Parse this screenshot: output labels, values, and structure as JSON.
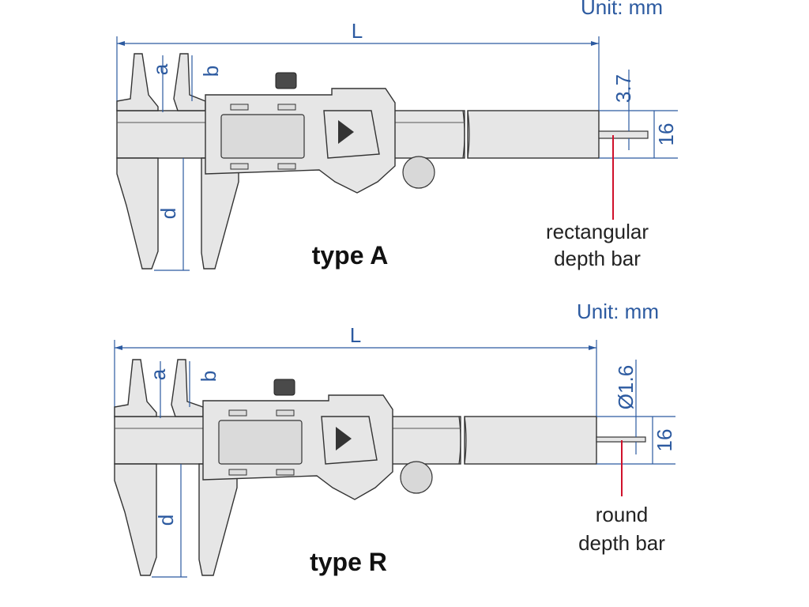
{
  "diagrams": [
    {
      "unit": "Unit: mm",
      "dim_L": "L",
      "dim_a": "a",
      "dim_b": "b",
      "dim_d": "d",
      "tip_dim": "3.7",
      "width_dim": "16",
      "type_label": "type A",
      "depth_bar": [
        "rectangular",
        "depth bar"
      ]
    },
    {
      "unit": "Unit: mm",
      "dim_L": "L",
      "dim_a": "a",
      "dim_b": "b",
      "dim_d": "d",
      "tip_dim": "Ø1.6",
      "width_dim": "16",
      "type_label": "type R",
      "depth_bar": [
        "round",
        "depth bar"
      ]
    }
  ],
  "colors": {
    "dimension": "#2c5aa0",
    "pointer": "#d0112b",
    "body": "#e6e6e6",
    "outline": "#333333"
  }
}
